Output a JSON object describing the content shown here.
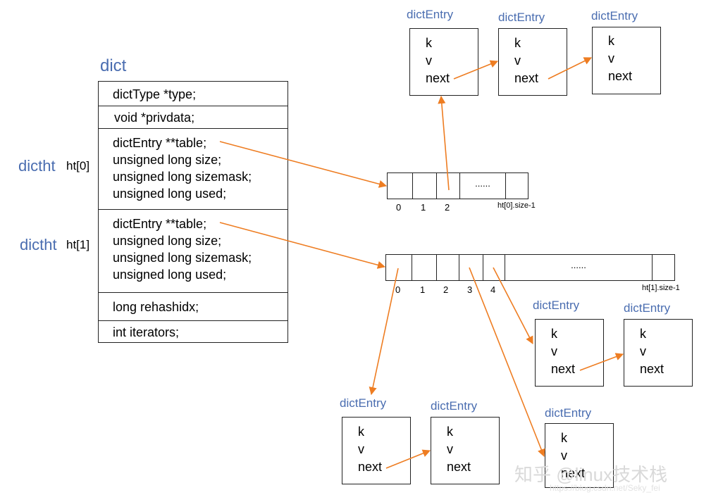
{
  "dict": {
    "title": "dict",
    "rows": {
      "type": "dictType *type;",
      "privdata": "void *privdata;",
      "rehashidx": "long rehashidx;",
      "iterators": "int iterators;"
    }
  },
  "ht0": {
    "dictht_label": "dictht",
    "ht_label": "ht[0]",
    "fields": [
      "dictEntry **table;",
      "unsigned long size;",
      "unsigned long sizemask;",
      "unsigned long used;"
    ],
    "indices": [
      "0",
      "1",
      "2"
    ],
    "ellipsis": "......",
    "end_label": "ht[0].size-1"
  },
  "ht1": {
    "dictht_label": "dictht",
    "ht_label": "ht[1]",
    "fields": [
      "dictEntry **table;",
      "unsigned long size;",
      "unsigned long sizemask;",
      "unsigned long used;"
    ],
    "indices": [
      "0",
      "1",
      "2",
      "3",
      "4"
    ],
    "ellipsis": "......",
    "end_label": "ht[1].size-1"
  },
  "entry": {
    "title": "dictEntry",
    "k": "k",
    "v": "v",
    "next": "next"
  },
  "watermark": {
    "brand": "知乎 @linux技术栈",
    "url": "https://blog.csdn.net/Seky_fei"
  },
  "colors": {
    "arrow": "#ee7d22",
    "label_blue": "#4a6db0",
    "border": "#222222"
  }
}
